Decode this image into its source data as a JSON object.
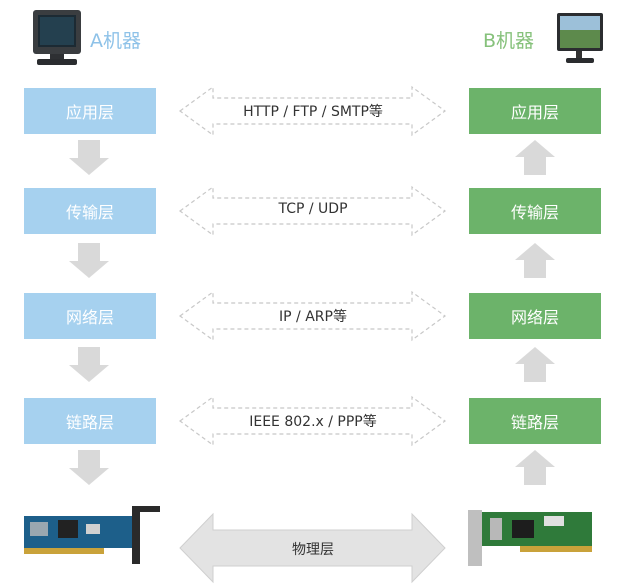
{
  "machines": {
    "a": {
      "label": "A机器"
    },
    "b": {
      "label": "B机器"
    }
  },
  "layers": [
    {
      "a": "应用层",
      "b": "应用层",
      "protocol": "HTTP / FTP / SMTP等"
    },
    {
      "a": "传输层",
      "b": "传输层",
      "protocol": "TCP / UDP"
    },
    {
      "a": "网络层",
      "b": "网络层",
      "protocol": "IP / ARP等"
    },
    {
      "a": "链路层",
      "b": "链路层",
      "protocol": "IEEE 802.x / PPP等"
    }
  ],
  "physical": {
    "label": "物理层"
  },
  "colors": {
    "a_layer": "#a6d1ef",
    "b_layer": "#6cb36a",
    "a_label": "#8ec2e8",
    "b_label": "#86c17b",
    "flow_arrow": "#d9d9d9",
    "dashed_arrow": "#c8c8c8"
  },
  "icons": {
    "a_machine": "monitor-icon",
    "b_machine": "lcd-monitor-icon",
    "a_hardware": "network-card-icon",
    "b_hardware": "network-card-icon"
  }
}
